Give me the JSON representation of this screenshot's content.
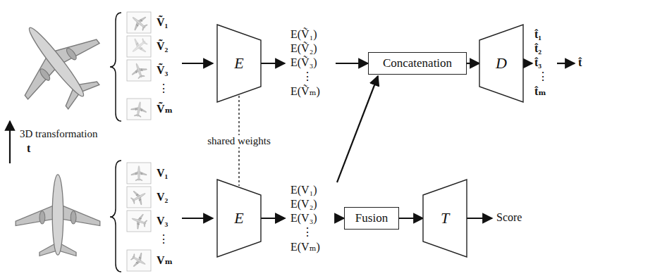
{
  "diagram": {
    "nodes": [
      {
        "text": [
          "E"
        ]
      },
      {
        "text": [
          "E"
        ]
      },
      {
        "text": [
          "Concatenation"
        ]
      },
      {
        "text": [
          "D"
        ]
      },
      {
        "text": [
          "Fusion"
        ]
      },
      {
        "text": [
          "T"
        ]
      }
    ],
    "edges": [
      {
        "from": 0,
        "to": 2,
        "arrow": "to"
      },
      {
        "from": 1,
        "to": 2,
        "arrow": "to"
      },
      {
        "from": 1,
        "to": 4,
        "arrow": "to"
      },
      {
        "from": 2,
        "to": 3,
        "arrow": "to"
      },
      {
        "from": 4,
        "to": 5,
        "arrow": "to"
      },
      {
        "from": 0,
        "to": 1,
        "label": "shared weights",
        "arrow": "none"
      }
    ],
    "labels": [
      "3D transformation",
      "t",
      "Ṽ₁",
      "Ṽ₂",
      "Ṽ₃",
      "⋮",
      "Ṽₘ",
      "V₁",
      "V₂",
      "V₃",
      "⋮",
      "Vₘ",
      "E(Ṽ₁)",
      "E(Ṽ₂)",
      "E(Ṽ₃)",
      "⋮",
      "E(Ṽₘ)",
      "E(V₁)",
      "E(V₂)",
      "E(V₃)",
      "⋮",
      "E(Vₘ)",
      "t̂₁",
      "t̂₂",
      "t̂₃",
      "⋮",
      "t̂ₘ",
      "t̂",
      "Score"
    ]
  }
}
